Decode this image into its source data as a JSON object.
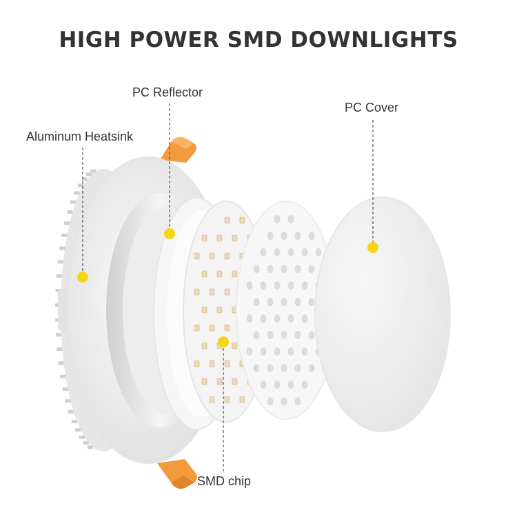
{
  "title": "HIGH POWER SMD DOWNLIGHTS",
  "labels": {
    "reflector": "PC Reflector",
    "cover": "PC Cover",
    "heatsink": "Aluminum Heatsink",
    "chip": "SMD chip"
  },
  "colors": {
    "marker": "#f5d515",
    "clip": "#f39a3c",
    "body": "#f1f1f1",
    "led": "#e9d9b4"
  }
}
